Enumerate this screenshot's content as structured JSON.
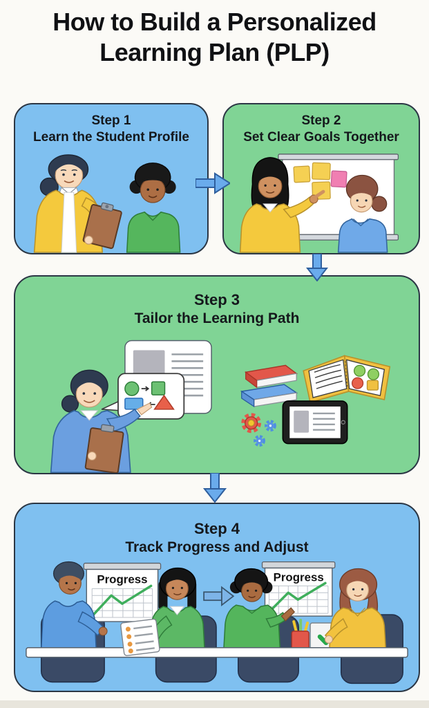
{
  "page": {
    "title_line1": "How to Build a Personalized",
    "title_line2": "Learning Plan (PLP)"
  },
  "palette": {
    "background": "#fbfaf6",
    "card_blue": "#7fc0f0",
    "card_green": "#80d495",
    "card_border": "#2b3644",
    "arrow_fill": "#6aabec",
    "arrow_stroke": "#2f5f9e",
    "heading_text": "#15181c",
    "progress_line_green": "#3fae5c"
  },
  "steps": [
    {
      "title": "Step 1",
      "subtitle": "Learn the Student Profile",
      "card_color": "blue"
    },
    {
      "title": "Step 2",
      "subtitle": "Set Clear Goals Together",
      "card_color": "green"
    },
    {
      "title": "Step 3",
      "subtitle": "Tailor the Learning Path",
      "card_color": "green"
    },
    {
      "title": "Step 4",
      "subtitle": "Track Progress and Adjust",
      "card_color": "blue"
    }
  ],
  "step4": {
    "progress_label_left": "Progress",
    "progress_label_right": "Progress"
  },
  "illustrations": {
    "step1": [
      "teacher-with-clipboard",
      "student-boy"
    ],
    "step2": [
      "teacher-pointing",
      "whiteboard-with-sticky-notes",
      "student-girl"
    ],
    "step3": [
      "teacher-with-clipboard",
      "speech-bubble-with-shapes",
      "document-card",
      "book-stack",
      "open-notebook",
      "gears",
      "tablet"
    ],
    "step4": [
      "progress-chart",
      "progress-chart",
      "meeting-table",
      "checklist",
      "pencil-cup",
      "laptop-with-checkmark"
    ]
  }
}
